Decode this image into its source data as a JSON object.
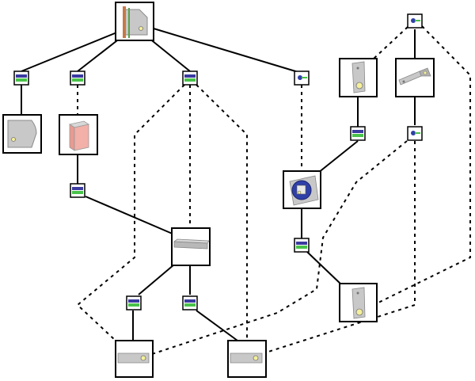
{
  "diagram": {
    "kind": "assembly-graph",
    "colors": {
      "background": "#ffffff",
      "line": "#000000",
      "part_gray": "#c8c8c8",
      "part_dark": "#8a8a8a",
      "part_pink": "#f2b0a8",
      "hole_yellow": "#f5ef9a",
      "op_blue": "#3a3aa0",
      "op_green": "#49c24a",
      "disc_blue": "#2f3fa8"
    },
    "nodes": [
      {
        "id": "root-part",
        "kind": "part",
        "icon": "plate-with-slots-icon"
      },
      {
        "id": "left-plate",
        "kind": "part",
        "icon": "rounded-plate-icon"
      },
      {
        "id": "pink-block",
        "kind": "part",
        "icon": "pink-block-icon"
      },
      {
        "id": "middle-bar",
        "kind": "part",
        "icon": "flat-bar-icon"
      },
      {
        "id": "disc-assembly",
        "kind": "part",
        "icon": "blue-disc-icon"
      },
      {
        "id": "angled-bracket",
        "kind": "part",
        "icon": "angled-bracket-icon"
      },
      {
        "id": "upright-link",
        "kind": "part",
        "icon": "upright-link-icon"
      },
      {
        "id": "lower-link",
        "kind": "part",
        "icon": "upright-link-icon"
      },
      {
        "id": "bottom-left-bar",
        "kind": "part",
        "icon": "bar-with-hole-icon"
      },
      {
        "id": "bottom-right-bar",
        "kind": "part",
        "icon": "bar-with-hole-icon"
      },
      {
        "id": "op-1",
        "kind": "operation",
        "icon": "operation-icon"
      },
      {
        "id": "op-2",
        "kind": "operation",
        "icon": "operation-icon"
      },
      {
        "id": "op-3",
        "kind": "operation",
        "icon": "operation-icon"
      },
      {
        "id": "op-4",
        "kind": "operation",
        "icon": "pin-operation-icon"
      },
      {
        "id": "op-5",
        "kind": "operation",
        "icon": "operation-icon"
      },
      {
        "id": "op-6",
        "kind": "operation",
        "icon": "operation-icon"
      },
      {
        "id": "op-7",
        "kind": "operation",
        "icon": "operation-icon"
      },
      {
        "id": "op-8",
        "kind": "operation",
        "icon": "operation-icon"
      },
      {
        "id": "op-9",
        "kind": "operation",
        "icon": "operation-icon"
      },
      {
        "id": "op-10",
        "kind": "operation",
        "icon": "pin-operation-icon"
      },
      {
        "id": "op-11",
        "kind": "operation",
        "icon": "pin-operation-icon"
      }
    ],
    "edges": [
      {
        "from": "root-part",
        "to": "op-1",
        "style": "solid"
      },
      {
        "from": "root-part",
        "to": "op-2",
        "style": "solid"
      },
      {
        "from": "root-part",
        "to": "op-3",
        "style": "solid"
      },
      {
        "from": "root-part",
        "to": "op-4",
        "style": "solid"
      },
      {
        "from": "op-1",
        "to": "left-plate",
        "style": "solid"
      },
      {
        "from": "op-2",
        "to": "pink-block",
        "style": "dashed"
      },
      {
        "from": "pink-block",
        "to": "op-5",
        "style": "solid"
      },
      {
        "from": "op-5",
        "to": "middle-bar",
        "style": "solid"
      },
      {
        "from": "op-3",
        "to": "middle-bar",
        "style": "dashed"
      },
      {
        "from": "op-3",
        "to": "bottom-right-bar",
        "style": "dashed"
      },
      {
        "from": "op-3",
        "to": "bottom-left-bar",
        "style": "dashed"
      },
      {
        "from": "middle-bar",
        "to": "op-6",
        "style": "solid"
      },
      {
        "from": "middle-bar",
        "to": "op-7",
        "style": "solid"
      },
      {
        "from": "op-6",
        "to": "bottom-left-bar",
        "style": "solid"
      },
      {
        "from": "op-7",
        "to": "bottom-right-bar",
        "style": "solid"
      },
      {
        "from": "op-4",
        "to": "disc-assembly",
        "style": "dashed"
      },
      {
        "from": "disc-assembly",
        "to": "op-8",
        "style": "solid"
      },
      {
        "from": "op-8",
        "to": "lower-link",
        "style": "solid"
      },
      {
        "from": "op-9",
        "to": "disc-assembly",
        "style": "solid"
      },
      {
        "from": "upright-link",
        "to": "op-9",
        "style": "solid"
      },
      {
        "from": "op-10",
        "to": "upright-link",
        "style": "dashed"
      },
      {
        "from": "op-10",
        "to": "angled-bracket",
        "style": "solid"
      },
      {
        "from": "op-10",
        "to": "lower-link",
        "style": "dashed"
      },
      {
        "from": "angled-bracket",
        "to": "op-11",
        "style": "solid"
      },
      {
        "from": "op-11",
        "to": "bottom-right-bar",
        "style": "dashed"
      },
      {
        "from": "op-11",
        "to": "bottom-left-bar",
        "style": "dashed"
      }
    ]
  }
}
